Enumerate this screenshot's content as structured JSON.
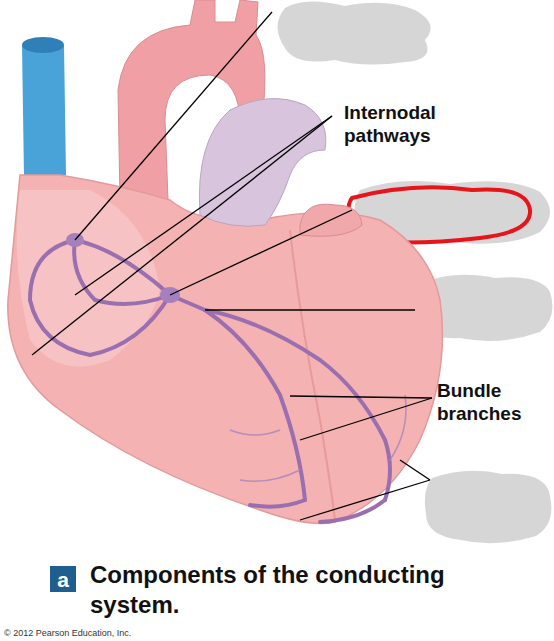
{
  "diagram": {
    "caption": "Components of the conducting system.",
    "nodes": [
      {
        "text": [
          "a"
        ]
      }
    ],
    "edges": [],
    "labels": [
      "Internodal pathways",
      "Bundle branches",
      "© 2012 Pearson Education, Inc."
    ]
  }
}
